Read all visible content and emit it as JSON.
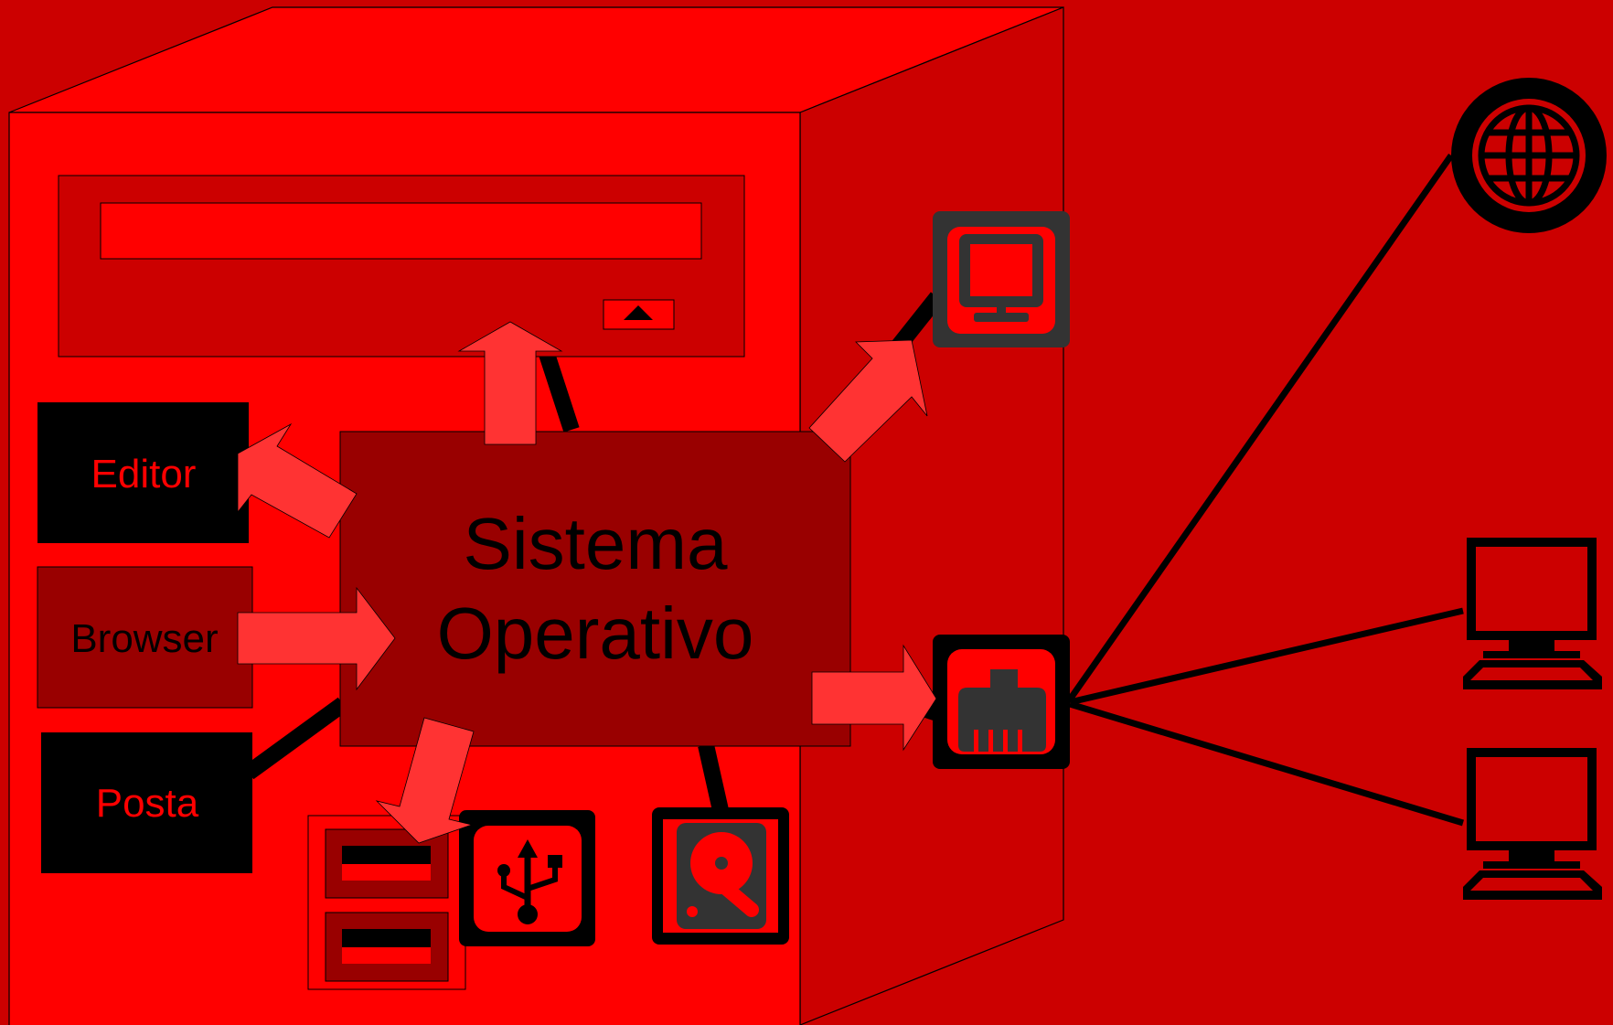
{
  "colors": {
    "background": "#cc0000",
    "case_front": "#ff0000",
    "case_side": "#cc0000",
    "os_box": "#990000",
    "arrow": "#ff3333",
    "icon_tile": "#333333",
    "line": "#000000",
    "app_label_red": "#ff0000",
    "app_label_dark": "#000000"
  },
  "center": {
    "line1": "Sistema",
    "line2": "Operativo"
  },
  "apps": {
    "editor": "Editor",
    "browser": "Browser",
    "posta": "Posta"
  },
  "icons": {
    "optical_drive": "optical-drive-icon",
    "monitor": "monitor-icon",
    "network_port": "ethernet-port-icon",
    "usb": "usb-icon",
    "hard_disk": "hard-disk-icon",
    "ram": "ram-module-icon",
    "internet": "globe-icon",
    "remote_pc_1": "computer-icon",
    "remote_pc_2": "computer-icon"
  }
}
